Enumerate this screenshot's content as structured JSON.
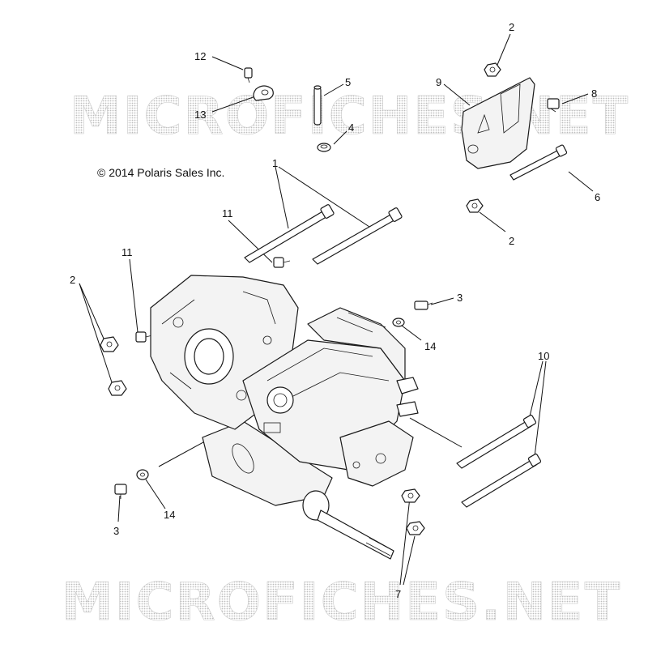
{
  "copyright": "© 2014 Polaris Sales Inc.",
  "watermark": "MICROFICHES.NET",
  "callouts": {
    "c1": "1",
    "c2a": "2",
    "c2b": "2",
    "c2c": "2",
    "c3a": "3",
    "c3b": "3",
    "c4": "4",
    "c5": "5",
    "c6": "6",
    "c7": "7",
    "c8": "8",
    "c9": "9",
    "c10": "10",
    "c11a": "11",
    "c11b": "11",
    "c12": "12",
    "c13": "13",
    "c14a": "14",
    "c14b": "14"
  },
  "colors": {
    "ink": "#1a1a1a",
    "watermark": "#c9c9c9",
    "background": "#ffffff"
  }
}
